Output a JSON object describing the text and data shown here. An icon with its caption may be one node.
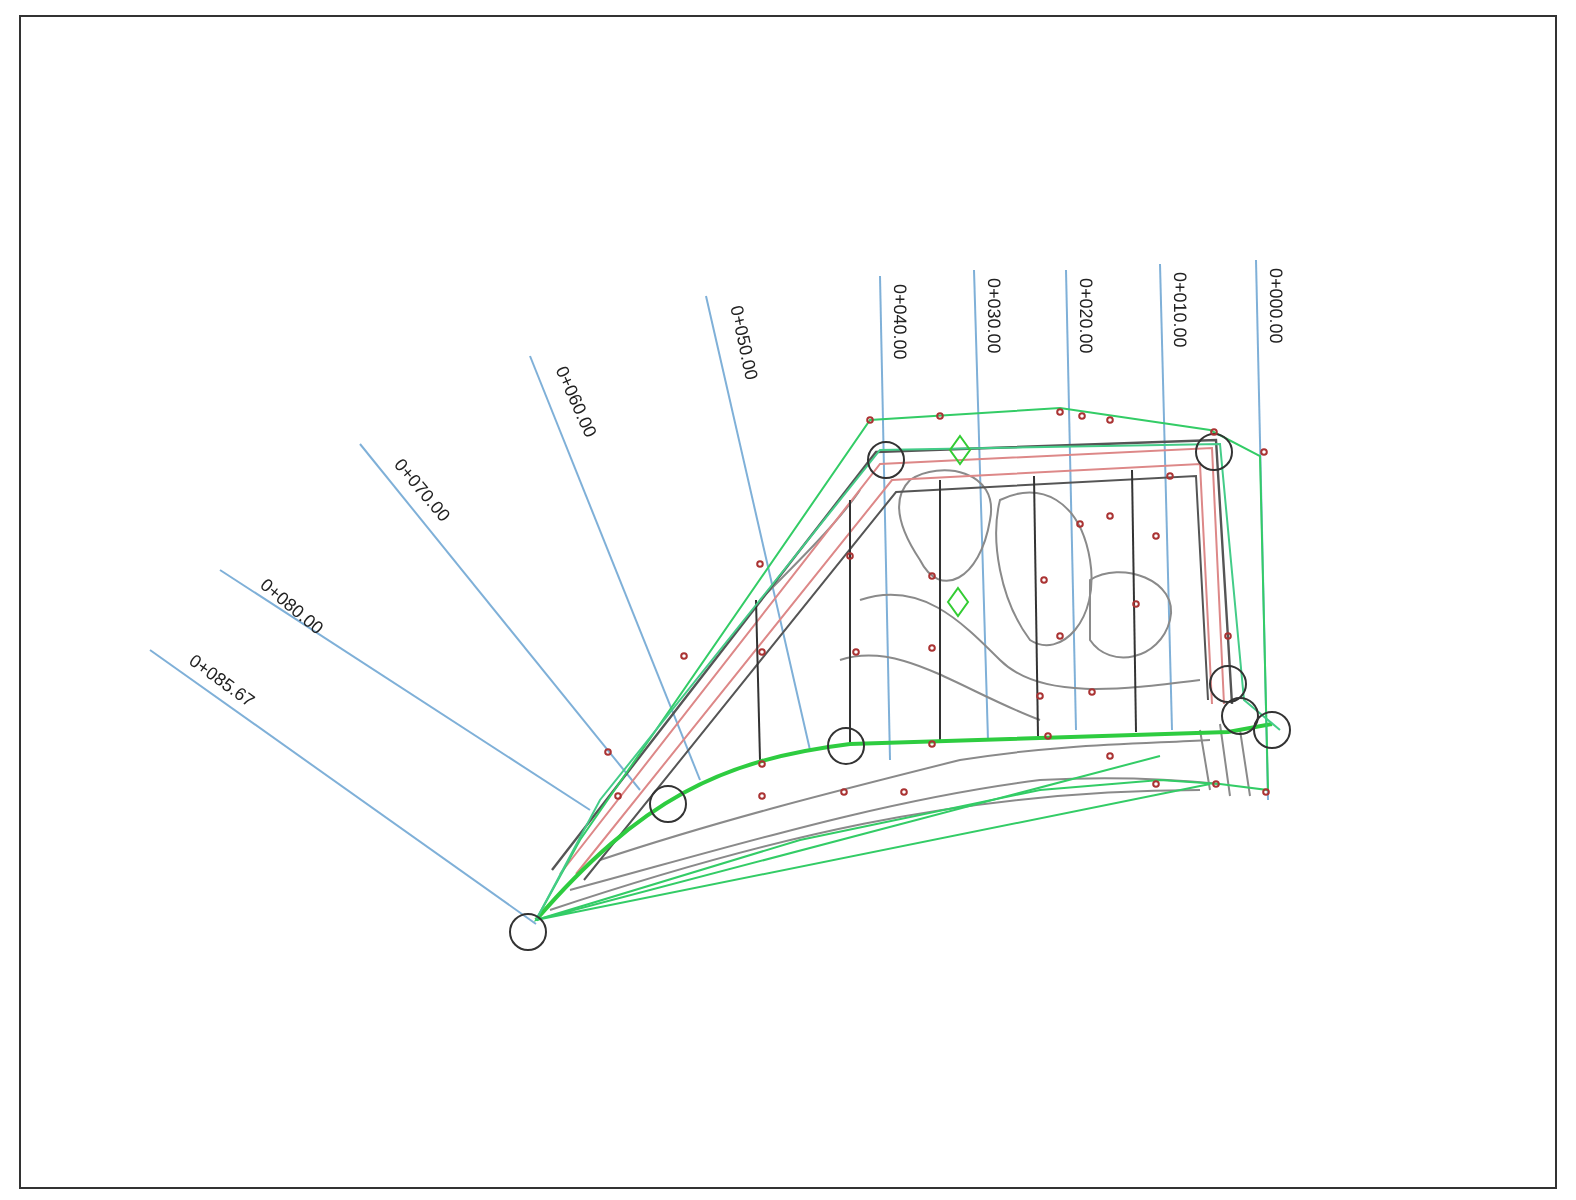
{
  "diagram": {
    "labels": [
      "0+085.67",
      "0+080.00",
      "0+070.00",
      "0+060.00",
      "0+050.00",
      "0+040.00",
      "0+030.00",
      "0+020.00",
      "0+010.00",
      "0+000.00"
    ]
  }
}
